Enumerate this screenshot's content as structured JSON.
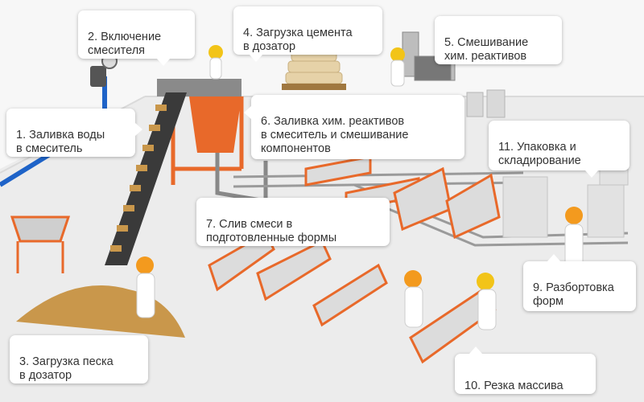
{
  "colors": {
    "accent_orange": "#e8692a",
    "helmet_orange": "#f39a1e",
    "helmet_yellow": "#f2c418",
    "water_pipe": "#1e63c8",
    "floor": "#eeeeee",
    "walls": "#f6f6f6",
    "sand": "#c9974b",
    "callout_bg": "#ffffff",
    "callout_text": "#333333"
  },
  "steps": [
    {
      "label": "1. Заливка воды\nв смеситель"
    },
    {
      "label": "2. Включение\nсмесителя"
    },
    {
      "label": "3. Загрузка песка\nв дозатор"
    },
    {
      "label": "4. Загрузка цемента\nв дозатор"
    },
    {
      "label": "5. Смешивание\nхим. реактивов"
    },
    {
      "label": "6. Заливка хим. реактивов\nв смеситель и смешивание\nкомпонентов"
    },
    {
      "label": "7. Слив смеси в\nподготовленные формы"
    },
    {
      "label": "9. Разбортовка\nформ"
    },
    {
      "label": "10. Резка массива"
    },
    {
      "label": "11. Упаковка и\nскладирование"
    }
  ]
}
